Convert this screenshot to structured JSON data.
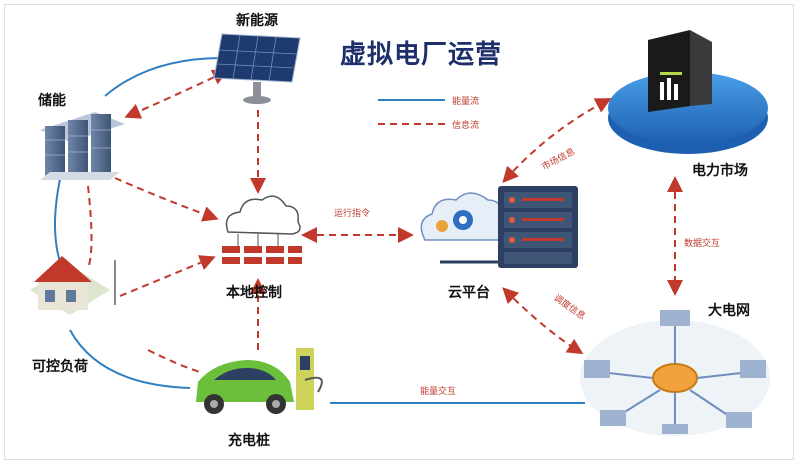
{
  "title": "虚拟电厂运营",
  "legend": {
    "energy_flow": "能量流",
    "info_flow": "信息流"
  },
  "nodes": {
    "new_energy": "新能源",
    "storage": "储能",
    "local_control": "本地控制",
    "cloud_platform": "云平台",
    "power_market": "电力市场",
    "main_grid": "大电网",
    "controllable_load": "可控负荷",
    "charging_pile": "充电桩"
  },
  "edge_labels": {
    "operation_command": "运行指令",
    "market_info": "市场信息",
    "data_exchange": "数据交互",
    "dispatch_info": "调度信息",
    "energy_exchange": "能量交互"
  },
  "colors": {
    "energy_line": "#2f7fc1",
    "info_line": "#c0392b",
    "title": "#1d2f6b"
  }
}
